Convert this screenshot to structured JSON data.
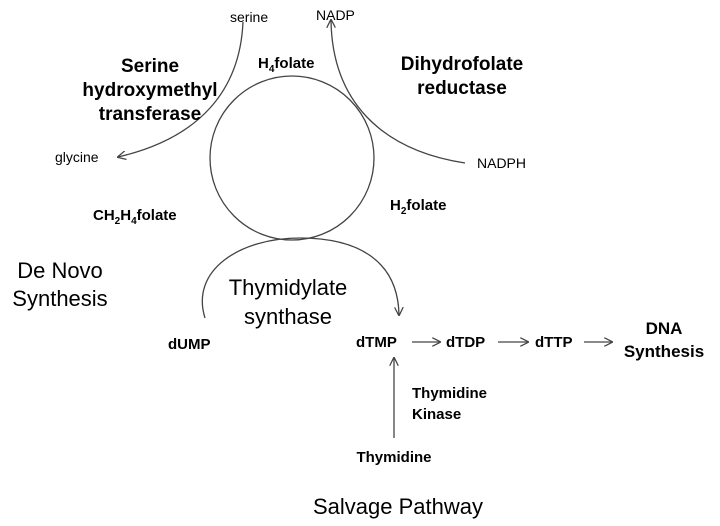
{
  "labels": {
    "serine": "serine",
    "nadp": "NADP",
    "h4folate_pre": "H",
    "h4folate_sub": "4",
    "h4folate_post": "folate",
    "serine_enzyme_line1": "Serine",
    "serine_enzyme_line2": "hydroxymethyl",
    "serine_enzyme_line3": "transferase",
    "dhfr_line1": "Dihydrofolate",
    "dhfr_line2": "reductase",
    "glycine": "glycine",
    "nadph": "NADPH",
    "ch2h4_a": "CH",
    "ch2h4_sub1": "2",
    "ch2h4_b": "H",
    "ch2h4_sub2": "4",
    "ch2h4_c": "folate",
    "h2folate_pre": "H",
    "h2folate_sub": "2",
    "h2folate_post": "folate",
    "denovo_line1": "De Novo",
    "denovo_line2": "Synthesis",
    "ts_line1": "Thymidylate",
    "ts_line2": "synthase",
    "dump": "dUMP",
    "dtmp": "dTMP",
    "dtdp": "dTDP",
    "dttp": "dTTP",
    "dna_line1": "DNA",
    "dna_line2": "Synthesis",
    "tk_line1": "Thymidine",
    "tk_line2": "Kinase",
    "thymidine": "Thymidine",
    "salvage": "Salvage Pathway"
  }
}
